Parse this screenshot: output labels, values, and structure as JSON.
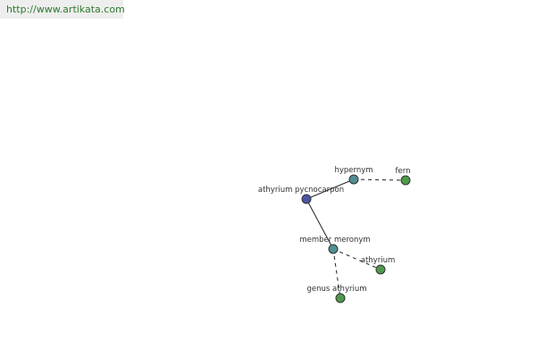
{
  "site": {
    "url": "http://www.artikata.com"
  },
  "graph": {
    "colors": {
      "root": "#4a55a2",
      "relation": "#4f8f94",
      "leaf": "#4f9a4a",
      "edge": "#222222",
      "stroke": "#333333"
    },
    "nodes": {
      "root": "athyrium pycnocarpon",
      "hypernym": "hypernym",
      "fern": "fern",
      "member_meronym": "member meronym",
      "athyrium": "athyrium",
      "genus_athyrium": "genus athyrium"
    }
  }
}
